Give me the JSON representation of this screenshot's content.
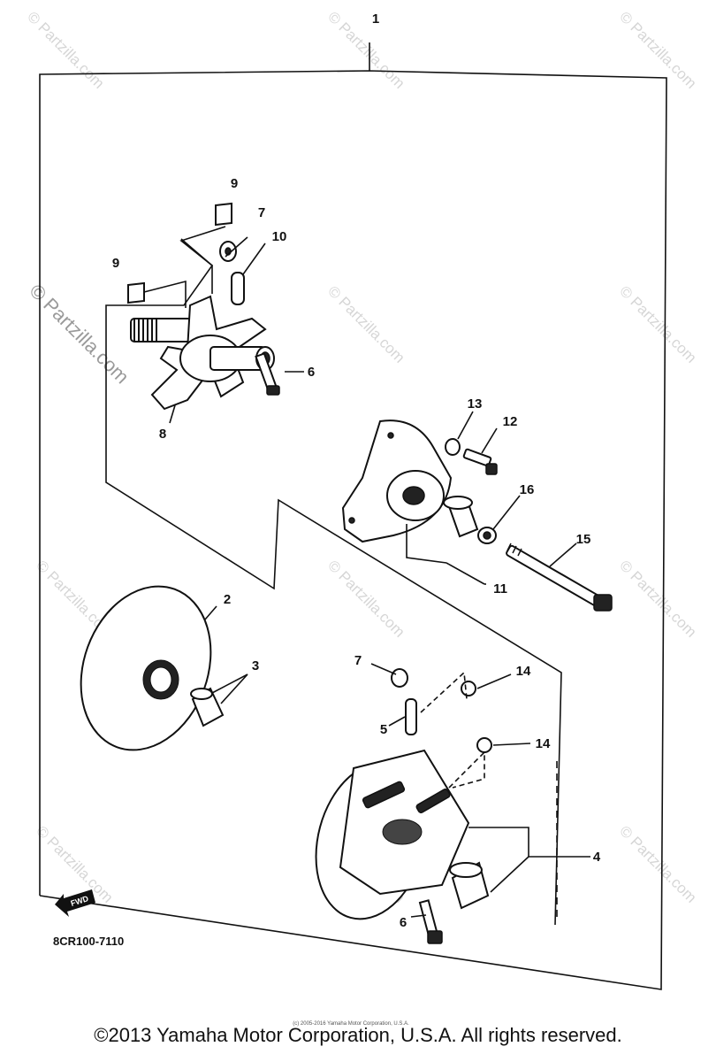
{
  "diagram": {
    "top_ref": "1",
    "callouts": {
      "c9a": "9",
      "c7a": "7",
      "c10": "10",
      "c9b": "9",
      "c6a": "6",
      "c8": "8",
      "c13": "13",
      "c12": "12",
      "c16": "16",
      "c15": "15",
      "c11": "11",
      "c2": "2",
      "c3": "3",
      "c7b": "7",
      "c14a": "14",
      "c5": "5",
      "c14b": "14",
      "c4": "4",
      "c6b": "6"
    },
    "fwd_label": "FWD",
    "figure_code": "8CR100-7110",
    "tiny_notice": "(c) 2005-2016 Yamaha Motor Corporation, U.S.A.",
    "watermark": "© Partzilla.com"
  },
  "footer": {
    "copyright": "©2013 Yamaha Motor Corporation, U.S.A. All rights reserved."
  }
}
